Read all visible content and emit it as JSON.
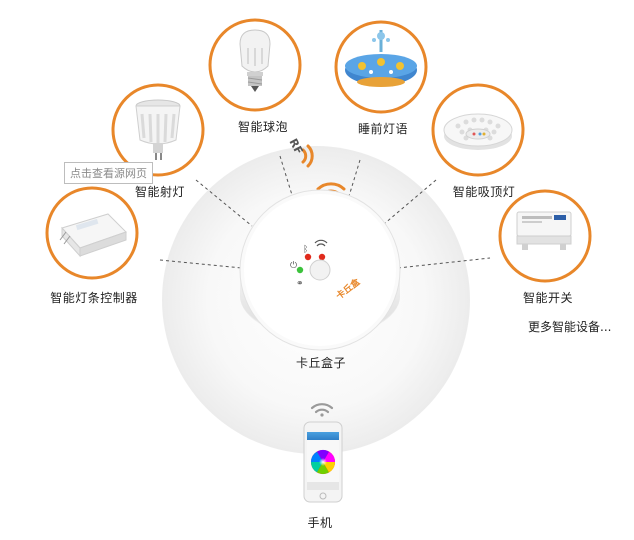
{
  "tooltip": "点击查看源网页",
  "hub": {
    "label": "卡丘盒子",
    "brand_text": "卡丘盒"
  },
  "rf_label": "RF",
  "devices": {
    "bulb": "智能球泡",
    "night_light": "睡前灯语",
    "spotlight": "智能射灯",
    "ceiling_light": "智能吸顶灯",
    "strip_controller": "智能灯条控制器",
    "switch": "智能开关",
    "more": "更多智能设备..."
  },
  "phone": {
    "label": "手机"
  },
  "colors": {
    "ring": "#e8872a",
    "halo": "#efefef",
    "led_green": "#3cc23c",
    "led_red": "#e02a1c",
    "accent": "#e8872a",
    "dashed": "#555555"
  }
}
